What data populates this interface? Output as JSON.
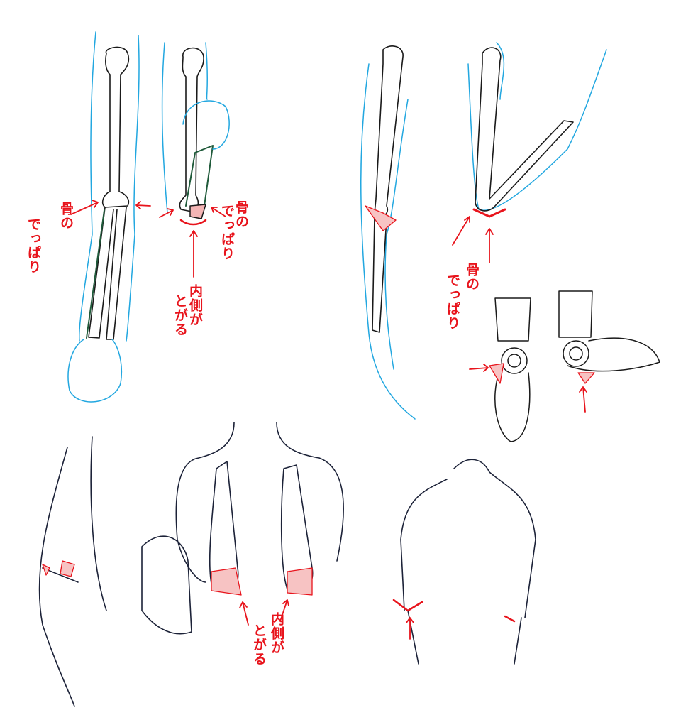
{
  "labels": {
    "bump_a": {
      "line1": "骨の",
      "line2": "でっぱり"
    },
    "bump_b": {
      "line1": "骨の",
      "line2": "でっぱり"
    },
    "bump_c": {
      "line1": "骨の",
      "line2": "でっぱり"
    },
    "inner_a": {
      "line1": "内側が",
      "line2": "とがる"
    },
    "inner_b": {
      "line1": "内側が",
      "line2": "とがる"
    }
  },
  "colors": {
    "bone": "#1a1a1a",
    "outline": "#22a7e0",
    "radius": "#1f5a3a",
    "accent": "#e8141c",
    "body": "#1c2238"
  }
}
